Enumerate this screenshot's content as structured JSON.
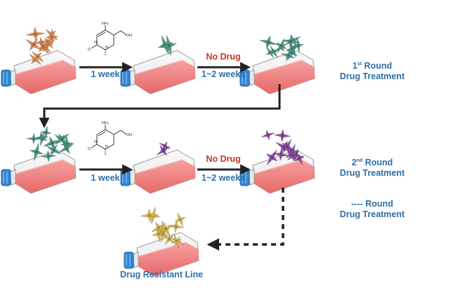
{
  "step_labels": {
    "week_1": "1 week",
    "no_drug_1": "No Drug",
    "weeks_1": "1~2 weeks",
    "week_2": "1 week",
    "no_drug_2": "No Drug",
    "weeks_2": "1~2 weeks"
  },
  "rounds": {
    "r1_num": "1",
    "r1_sup": "st",
    "r1_line1": "Round",
    "r1_line2": "Drug Treatment",
    "r2_num": "2",
    "r2_sup": "nd",
    "r2_line1": "Round",
    "r2_line2": "Drug Treatment",
    "r3_line1": "---- Round",
    "r3_line2": "Drug Treatment"
  },
  "final_label": "Drug Resistant Line",
  "molecule_text": {
    "nh2": "NH₂",
    "oh": "OH",
    "o": "O",
    "n": "N"
  },
  "colors": {
    "label_blue": "#2e6fa6",
    "label_red": "#c0392b",
    "cells_orange": "#e08a4f",
    "cells_green": "#4e9a88",
    "cells_purple": "#8b4fa8",
    "cells_gold": "#d9b550",
    "flask_medium": "#f07c7c",
    "flask_cap": "#2f86d6",
    "arrow": "#222222"
  }
}
